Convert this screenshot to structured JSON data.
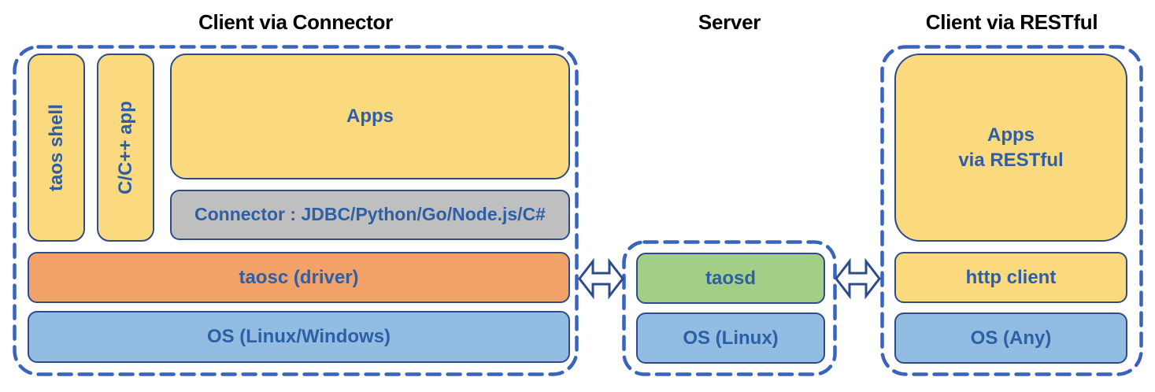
{
  "left_panel": {
    "title": "Client via Connector",
    "taos_shell": "taos shell",
    "cpp_app": "C/C++ app",
    "apps": "Apps",
    "connector": "Connector : JDBC/Python/Go/Node.js/C#",
    "taosc": "taosc (driver)",
    "os": "OS (Linux/Windows)"
  },
  "server_panel": {
    "title": "Server",
    "taosd": "taosd",
    "os": "OS (Linux)"
  },
  "right_panel": {
    "title": "Client via RESTful",
    "apps": "Apps\nvia RESTful",
    "http_client": "http client",
    "os": "OS (Any)"
  },
  "colors": {
    "yellow_box": "#FBD97F",
    "gray_box": "#BFBFBF",
    "orange_box": "#F2A169",
    "blue_box": "#92BCE1",
    "green_box": "#A3CE85",
    "dashed_border": "#3A64BC",
    "box_border": "#2C4C8C",
    "label_blue": "#2D5FA6",
    "title_color": "#000000",
    "arrow_fill": "#FFFFFF"
  }
}
